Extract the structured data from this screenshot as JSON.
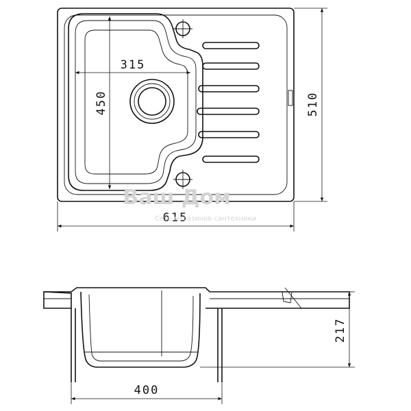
{
  "dimensions": {
    "basin_width": "315",
    "basin_depth_top": "450",
    "overall_depth": "510",
    "overall_width": "615",
    "section_height": "217",
    "section_bowl_width": "400"
  },
  "watermark": {
    "brand": "Ваш Дом",
    "tagline": "Сеть магазинов сантехники"
  },
  "colors": {
    "stroke": "#111111",
    "watermark": "#d4d4d4"
  }
}
